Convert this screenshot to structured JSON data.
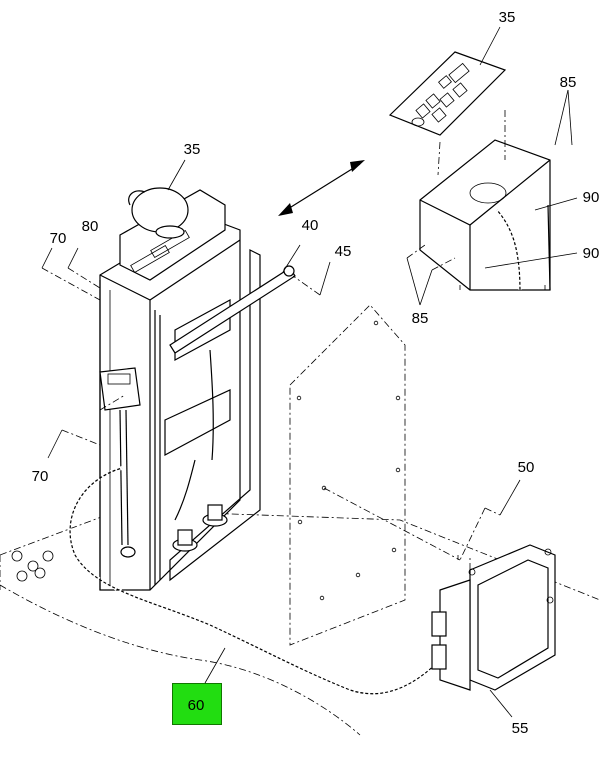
{
  "callouts": {
    "c35_top": "35",
    "c85_top": "85",
    "c35_left": "35",
    "c90_upper": "90",
    "c90_lower": "90",
    "c70_upper": "70",
    "c80": "80",
    "c40": "40",
    "c45": "45",
    "c85_bottom": "85",
    "c70_lower": "70",
    "c50": "50",
    "c55": "55",
    "c60": "60"
  },
  "highlight": {
    "callout": "60",
    "color": "#22dd11"
  }
}
